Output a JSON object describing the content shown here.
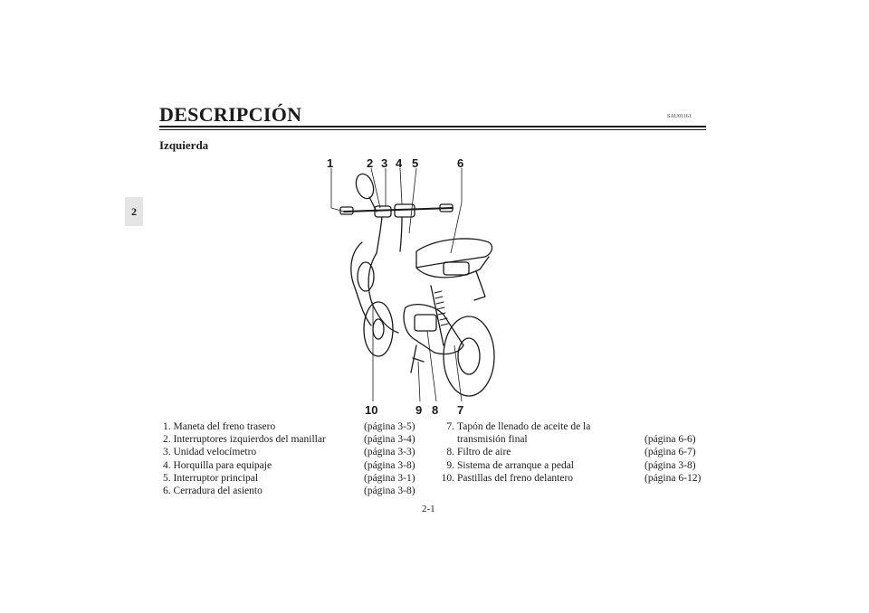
{
  "chapter_tab": "2",
  "page_title": "DESCRIPCIÓN",
  "ref_code": "SAU01161",
  "section_heading": "Izquierda",
  "callouts": {
    "c1": "1",
    "c2": "2",
    "c3": "3",
    "c4": "4",
    "c5": "5",
    "c6": "6",
    "c7": "7",
    "c8": "8",
    "c9": "9",
    "c10": "10"
  },
  "parts_left": [
    {
      "num": "1.",
      "label": "Maneta del freno trasero",
      "page": "(página 3-5)"
    },
    {
      "num": "2.",
      "label": "Interruptores izquierdos del manillar",
      "page": "(página 3-4)"
    },
    {
      "num": "3.",
      "label": "Unidad velocímetro",
      "page": "(página 3-3)"
    },
    {
      "num": "4.",
      "label": "Horquilla para equipaje",
      "page": "(página 3-8)"
    },
    {
      "num": "5.",
      "label": "Interruptor principal",
      "page": "(página 3-1)"
    },
    {
      "num": "6.",
      "label": "Cerradura del asiento",
      "page": "(página 3-8)"
    }
  ],
  "parts_right": [
    {
      "num": "7.",
      "label": "Tapón de llenado de aceite de la",
      "label_cont": "transmisión final",
      "page": "(página 6-6)"
    },
    {
      "num": "8.",
      "label": "Filtro de aire",
      "page": "(página 6-7)"
    },
    {
      "num": "9.",
      "label": "Sistema de arranque a pedal",
      "page": "(página 3-8)"
    },
    {
      "num": "10.",
      "label": "Pastillas del freno delantero",
      "page": "(página 6-12)"
    }
  ],
  "page_number": "2-1"
}
